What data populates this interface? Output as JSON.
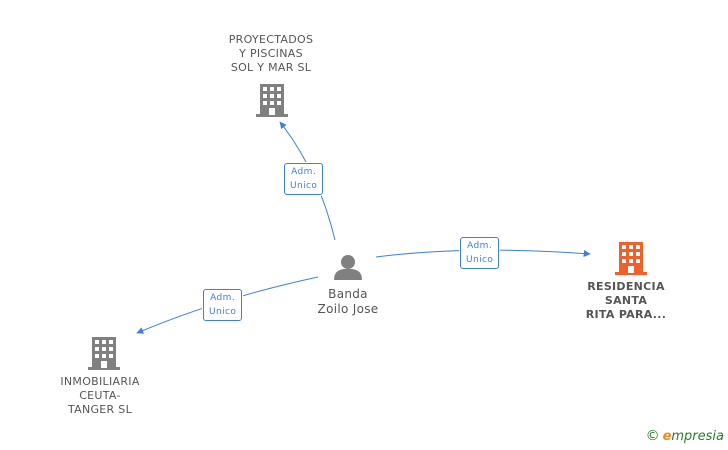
{
  "nodes": {
    "proyectados": {
      "lines": [
        "PROYECTADOS",
        "Y PISCINAS",
        "SOL Y MAR SL"
      ]
    },
    "residencia": {
      "lines": [
        "RESIDENCIA",
        "SANTA",
        "RITA PARA..."
      ]
    },
    "inmobiliaria": {
      "lines": [
        "INMOBILIARIA",
        "CEUTA-",
        "TANGER  SL"
      ]
    },
    "person": {
      "lines": [
        "Banda",
        "Zoilo Jose"
      ]
    }
  },
  "edges": {
    "to_proyectados": {
      "lines": [
        "Adm.",
        "Unico"
      ]
    },
    "to_residencia": {
      "lines": [
        "Adm.",
        "Unico"
      ]
    },
    "to_inmobiliaria": {
      "lines": [
        "Adm.",
        "Unico"
      ]
    }
  },
  "colors": {
    "edge": "#3f7fdb",
    "building": "#808080",
    "building_highlight": "#f0602a",
    "person": "#808080"
  },
  "brand": {
    "copyright": "©",
    "e": "e",
    "rest": "mpresia"
  }
}
